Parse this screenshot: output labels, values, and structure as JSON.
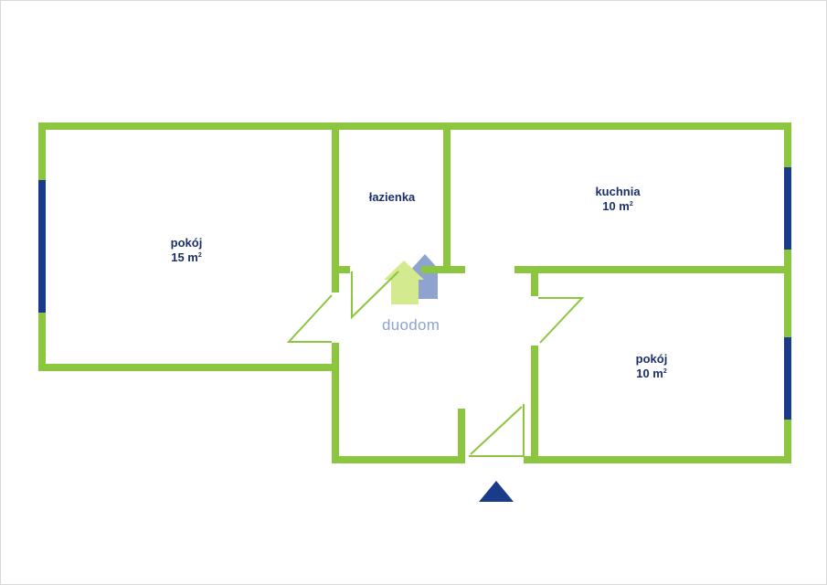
{
  "rooms": {
    "living_room": {
      "name": "pokój",
      "area": "15 m",
      "area_unit_exp": "2"
    },
    "bathroom": {
      "name": "łazienka"
    },
    "kitchen": {
      "name": "kuchnia",
      "area": "10 m",
      "area_unit_exp": "2"
    },
    "bedroom": {
      "name": "pokój",
      "area": "10 m",
      "area_unit_exp": "2"
    }
  },
  "watermark": {
    "text": "duodom"
  },
  "colors": {
    "wall": "#8cc63f",
    "window": "#1a3a8a",
    "label": "#1c2f6b",
    "entrance_marker": "#1a3a8a",
    "watermark_green": "#d4ea8e",
    "watermark_blue": "#8fa3cf",
    "watermark_text": "#8fa3cf"
  },
  "icons": {
    "entrance": "entrance-triangle-icon",
    "logo": "duodom-house-icon"
  }
}
